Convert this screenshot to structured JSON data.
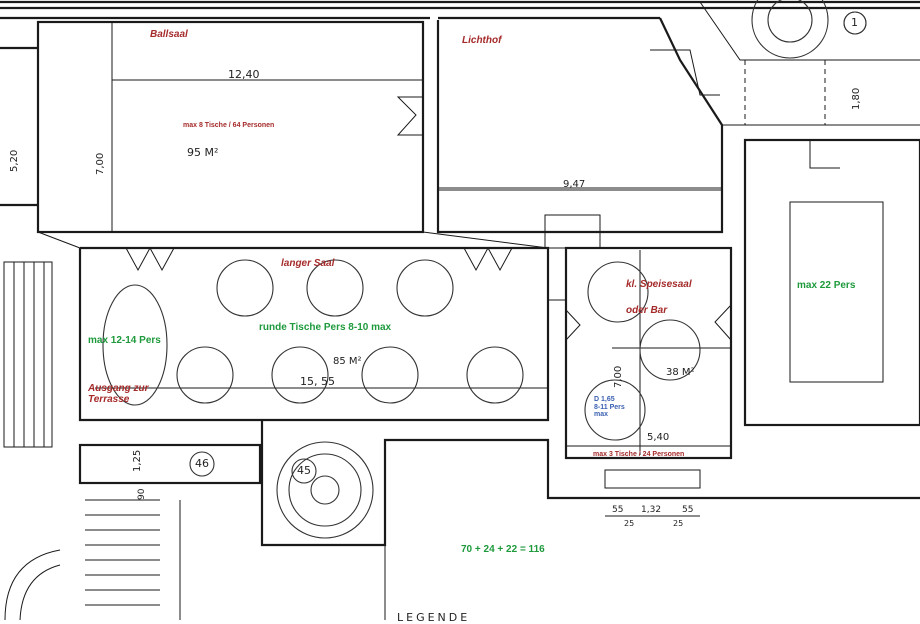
{
  "rooms": {
    "ballsaal": {
      "name": "Ballsaal",
      "capacity": "max 8 Tische / 64 Personen",
      "area": "95 M²",
      "width": "12,40",
      "depth": "7,00",
      "side": "5,20"
    },
    "lichthof": {
      "name": "Lichthof",
      "width": "9,47",
      "side": "1,80"
    },
    "langer_saal": {
      "name": "langer Saal",
      "tables": "runde Tische Pers 8-10 max",
      "area": "85 M²",
      "width": "15, 55",
      "left_capacity": "max 12-14 Pers",
      "exit": "Ausgang zur\nTerrasse"
    },
    "speisesaal": {
      "name": "kl. Speisesaal",
      "sub": "oder Bar",
      "area": "38 M²",
      "depth": "7,00",
      "width": "5,40",
      "table_note": "D 1,65\n8-11 Pers\nmax",
      "capacity": "max 3 Tische / 24 Personen"
    },
    "right_room": {
      "capacity": "max 22 Pers"
    }
  },
  "total": "70 + 24 + 22 = 116",
  "markers": {
    "m1": "1",
    "m45": "45",
    "m46": "46"
  },
  "dims": {
    "d125": "1,25",
    "d90": "90",
    "d55a": "55",
    "d132": "1,32",
    "d55b": "55",
    "d25a": "25",
    "d25b": "25"
  },
  "legend": "LEGENDE"
}
